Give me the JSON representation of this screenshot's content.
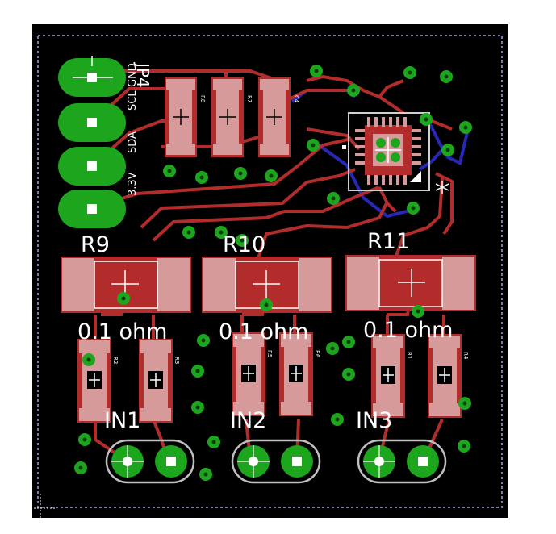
{
  "board": {
    "resistor_designators": [
      "R9",
      "R10",
      "R11"
    ],
    "resistor_values": [
      "0.1 ohm",
      "0.1 ohm",
      "0.1 ohm"
    ],
    "input_labels": [
      "IN1",
      "IN2",
      "IN3"
    ],
    "header_label": "JP4",
    "header_pins": [
      "3.3V",
      "SDA",
      "SCL",
      "GND"
    ],
    "small_labels": [
      "R8",
      "R7",
      "C4",
      "R2",
      "R3",
      "R5",
      "R6",
      "R1",
      "R4"
    ]
  },
  "colors": {
    "background": "#000000",
    "copper": "#b32c2c",
    "copper_bottom": "#2828b8",
    "pad": "#d69a9a",
    "via": "#1ea51e",
    "silk": "#ffffff",
    "outline": "#8a6fb8"
  },
  "icons": {
    "header_pads": "oval-pad-icon",
    "smd_pads": "smd-pad-icon",
    "vias": "via-icon",
    "ic": "qfn-chip-icon"
  }
}
